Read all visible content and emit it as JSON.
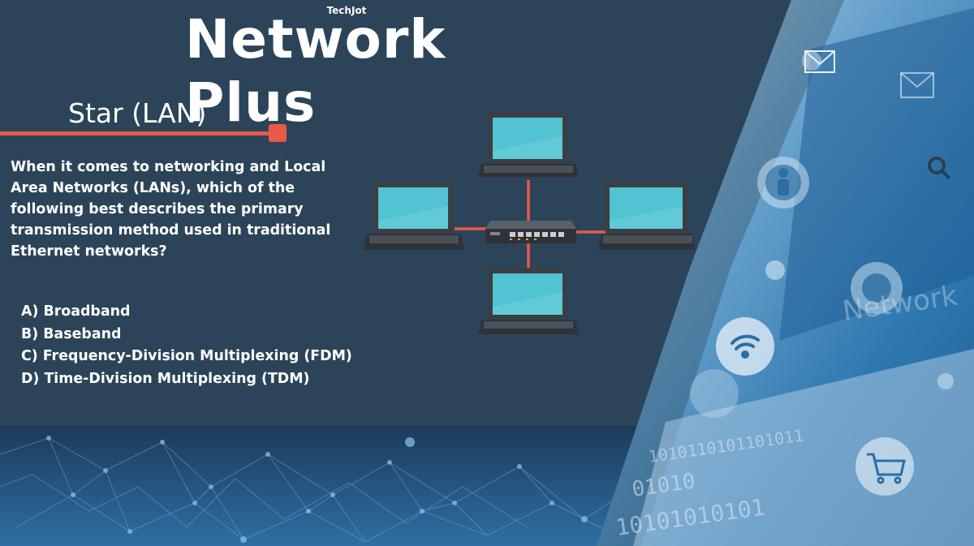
{
  "header": {
    "brand": "TechJot",
    "title": "Network Plus"
  },
  "section": {
    "title": "Star (LAN)"
  },
  "question": {
    "text": "When it comes to networking and Local Area Networks (LANs), which of the following best describes the primary transmission method used in traditional Ethernet networks?"
  },
  "options": [
    "A) Broadband",
    "B) Baseband",
    "C) Frequency-Division Multiplexing (FDM)",
    "D) Time-Division Multiplexing (TDM)"
  ],
  "diagram": {
    "type": "star-topology",
    "nodes": [
      "laptop",
      "laptop",
      "laptop",
      "laptop"
    ],
    "hub": "network-switch"
  },
  "background": {
    "overlay_text": [
      "Network",
      "1010110101101011",
      "01010",
      "10101010101"
    ]
  },
  "colors": {
    "background": "#2b4459",
    "accent": "#e8594a",
    "screen": "#52c3d3",
    "device_body": "#3a3f45",
    "overlay": "#3f86b8"
  }
}
